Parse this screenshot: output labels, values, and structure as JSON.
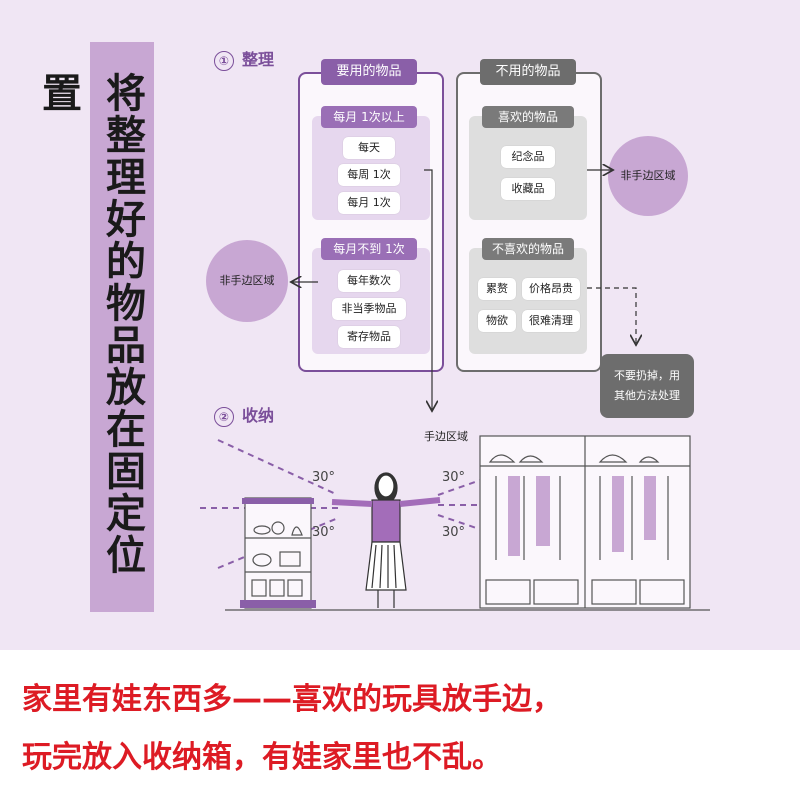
{
  "title": "将整理好的物品放在固定位置",
  "section1": {
    "num": "①",
    "label": "整理"
  },
  "section2": {
    "num": "②",
    "label": "收纳"
  },
  "used": {
    "header": "要用的物品",
    "monthly_plus": {
      "header": "每月 1次以上",
      "items": [
        "每天",
        "每周 1次",
        "每月 1次"
      ]
    },
    "monthly_less": {
      "header": "每月不到 1次",
      "items": [
        "每年数次",
        "非当季物品",
        "寄存物品"
      ]
    }
  },
  "unused": {
    "header": "不用的物品",
    "liked": {
      "header": "喜欢的物品",
      "items": [
        "纪念品",
        "收藏品"
      ]
    },
    "disliked": {
      "header": "不喜欢的物品",
      "items": [
        "累赘",
        "价格昂贵",
        "物欲",
        "很难清理"
      ]
    }
  },
  "non_hand_area_left": "非手边区域",
  "non_hand_area_right": "非手边区域",
  "dispose_note": "不要扔掉，用其他方法处理",
  "dispose_note_lines": [
    "不要扔掉，用",
    "其他方法处理"
  ],
  "hand_area": "手边区域",
  "angles": [
    "30°",
    "30°",
    "30°",
    "30°"
  ],
  "bottom_lines": [
    "家里有娃东西多——喜欢的玩具放手边，",
    "玩完放入收纳箱，有娃家里也不乱。"
  ],
  "colors": {
    "purple": "#8a5fa8",
    "light_purple": "#c8a7d3",
    "gray": "#6d6d6d",
    "red": "#dd1b24"
  }
}
